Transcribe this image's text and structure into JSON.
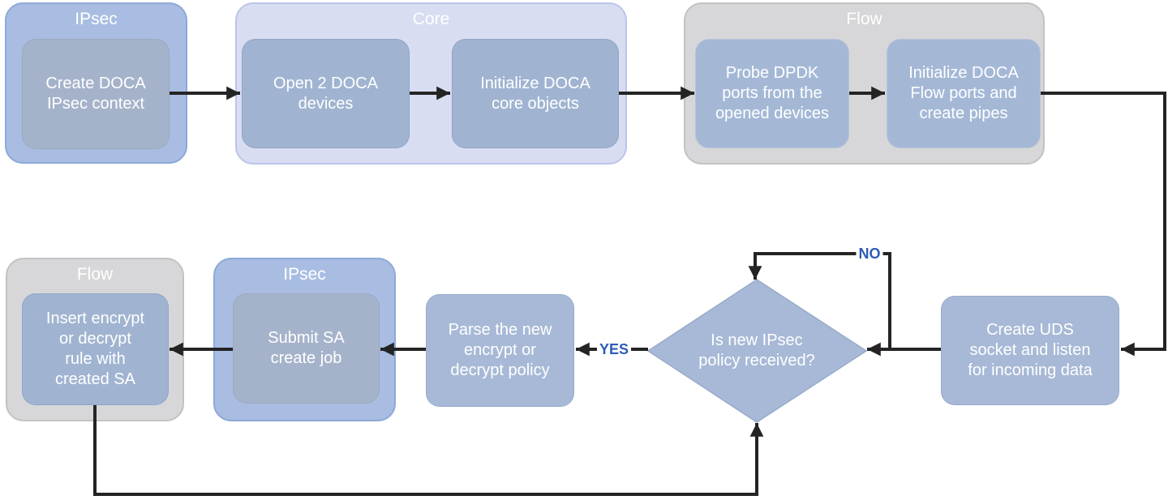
{
  "diagram": {
    "title_hint": "DOCA IPsec sample flow",
    "colors": {
      "background": "#ffffff",
      "group_blue": "#a9bde2",
      "group_light_blue": "#d8ddf2",
      "group_gray": "#d7d7d9",
      "node_blue": "#a4b8d6",
      "node_slate": "#a5b3ca",
      "text": "#ffffff",
      "arrow": "#242424",
      "edge_label_blue": "#2e5bb7"
    }
  },
  "groups": {
    "ipsec_top": {
      "label": "IPsec"
    },
    "core": {
      "label": "Core"
    },
    "flow_top": {
      "label": "Flow"
    },
    "flow_bottom": {
      "label": "Flow"
    },
    "ipsec_bottom": {
      "label": "IPsec"
    }
  },
  "nodes": {
    "create_ipsec_context": {
      "label": "Create DOCA\nIPsec context"
    },
    "open_devices": {
      "label": "Open 2 DOCA\ndevices"
    },
    "init_core": {
      "label": "Initialize DOCA\ncore objects"
    },
    "probe_dpdk": {
      "label": "Probe DPDK\nports from the\nopened devices"
    },
    "init_flow": {
      "label": "Initialize DOCA\nFlow ports and\ncreate pipes"
    },
    "create_uds": {
      "label": "Create UDS\nsocket and listen\nfor incoming data"
    },
    "decision": {
      "label": "Is new IPsec\npolicy received?"
    },
    "parse_policy": {
      "label": "Parse the new\nencrypt or\ndecrypt policy"
    },
    "submit_sa": {
      "label": "Submit SA\ncreate job"
    },
    "insert_rule": {
      "label": "Insert encrypt\nor decrypt\nrule with\ncreated SA"
    }
  },
  "edge_labels": {
    "no": "NO",
    "yes": "YES"
  },
  "edges": [
    {
      "from": "create_ipsec_context",
      "to": "open_devices"
    },
    {
      "from": "open_devices",
      "to": "init_core"
    },
    {
      "from": "init_core",
      "to": "probe_dpdk"
    },
    {
      "from": "probe_dpdk",
      "to": "init_flow"
    },
    {
      "from": "init_flow",
      "to": "create_uds"
    },
    {
      "from": "create_uds",
      "to": "decision"
    },
    {
      "from": "decision",
      "to": "decision",
      "label": "NO"
    },
    {
      "from": "decision",
      "to": "parse_policy",
      "label": "YES"
    },
    {
      "from": "parse_policy",
      "to": "submit_sa"
    },
    {
      "from": "submit_sa",
      "to": "insert_rule"
    },
    {
      "from": "insert_rule",
      "to": "decision"
    }
  ]
}
